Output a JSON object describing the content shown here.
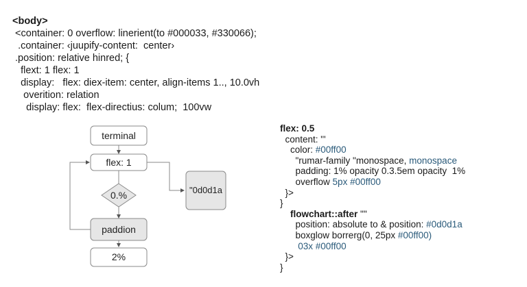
{
  "top_code": {
    "lines": [
      {
        "indent": "",
        "text": "<body>",
        "bold": true
      },
      {
        "indent": " ",
        "text": "<container: 0 overflow: linerient(to #000033, #330066);"
      },
      {
        "indent": "  ",
        "text": ".container: ‹juupify-content:  center›"
      },
      {
        "indent": " ",
        "text": ".position: relative hinred; {"
      },
      {
        "indent": "   ",
        "text": "flext: 1 flex: 1"
      },
      {
        "indent": "   ",
        "text": "display:   flex: diex-item: center, align-items 1.., 10.0vh"
      },
      {
        "indent": "    ",
        "text": "overition: relation"
      },
      {
        "indent": "     ",
        "text": "display: flex:  flex-directius: colum;  100vw"
      }
    ]
  },
  "flowchart": {
    "nodes": {
      "terminal": "terminal",
      "flex": "flex: 1",
      "decision": "0.%",
      "side": "\"0d0d1a",
      "padding": "paddion",
      "end": "2%"
    },
    "colors": {
      "stroke": "#8a8a8a",
      "shaded_fill": "#e6e6e6",
      "plain_fill": "#ffffff"
    }
  },
  "right_code": {
    "block1": {
      "selector": "flex: 0.5",
      "content": "content: \"'",
      "color_key": "color: ",
      "color_val": "#00ff00",
      "family_key": "\"rumar-family \"monospace, ",
      "family_val": "monospace",
      "padding": "padding: 1% opacity 0.3.5em opacity  1%",
      "overflow_key": "overflow ",
      "overflow_val": "5px #00ff00",
      "close_inner": "}>",
      "close_outer": "}"
    },
    "block2": {
      "selector": "flowchart::after",
      "selector_suffix": " \"\"",
      "position_key": "position: absolute to & position: ",
      "position_val": "#0d0d1a",
      "boxglow_key": "boxglow borrerg(0, 25px ",
      "boxglow_val": "#00ff00)",
      "extra": "03x #00ff00",
      "close_inner": "}>",
      "close_outer": "}"
    }
  }
}
